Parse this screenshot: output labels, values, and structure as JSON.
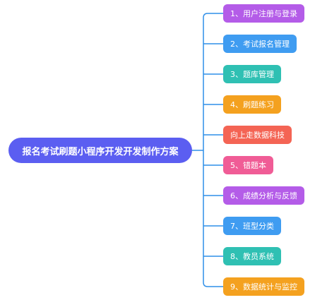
{
  "root": {
    "label": "报名考试刷题小程序开发开发制作方案",
    "color": "#5b5ef1"
  },
  "connector_color": "#2f8fe8",
  "branches": [
    {
      "label": "1、用户注册与登录",
      "color": "#b45ce8"
    },
    {
      "label": "2、考试报名管理",
      "color": "#3f9cf1"
    },
    {
      "label": "3、题库管理",
      "color": "#2fc0b3"
    },
    {
      "label": "4、刷题练习",
      "color": "#f4a11f"
    },
    {
      "label": "向上走数据科技",
      "color": "#f46454"
    },
    {
      "label": "5、错题本",
      "color": "#f05c96"
    },
    {
      "label": "6、成绩分析与反馈",
      "color": "#b45ce8"
    },
    {
      "label": "7、班型分类",
      "color": "#3f9cf1"
    },
    {
      "label": "8、教员系统",
      "color": "#2fc0b3"
    },
    {
      "label": "9、数据统计与监控",
      "color": "#f4a11f"
    }
  ]
}
